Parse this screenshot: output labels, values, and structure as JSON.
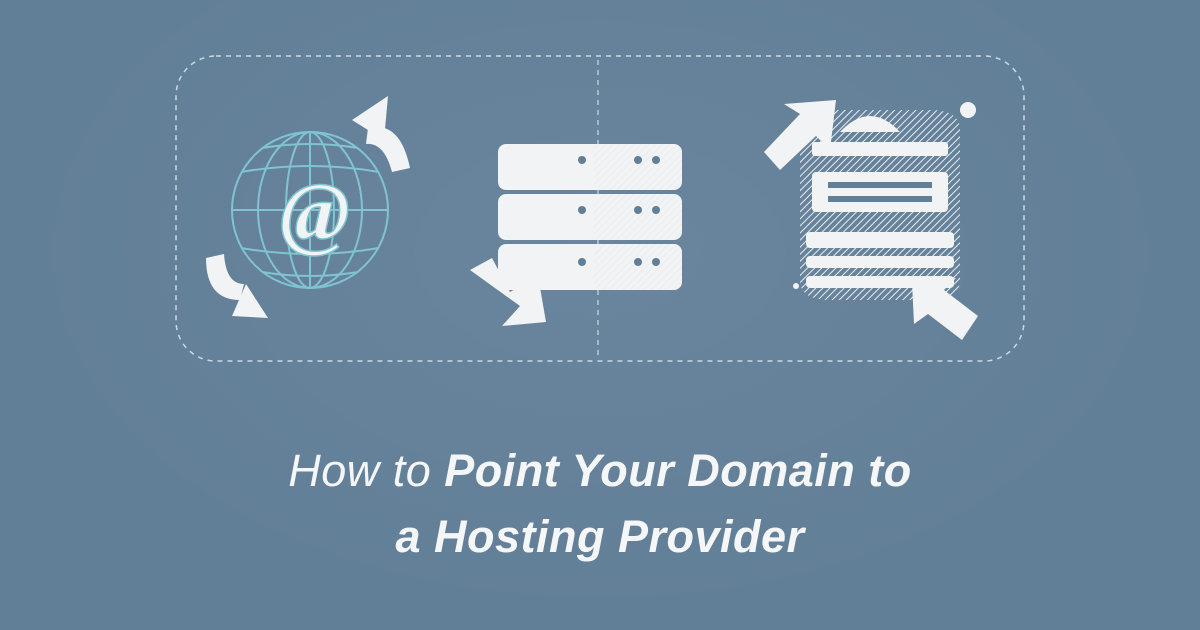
{
  "title": {
    "line1_light": "How to ",
    "line1_bold": "Point Your Domain to",
    "line2_bold": "a Hosting Provider"
  },
  "icons": [
    "globe-icon",
    "at-sign-icon",
    "sync-arrow-icon",
    "server-stack-icon",
    "hosting-server-icon"
  ],
  "illustration": {
    "at_symbol": "@"
  },
  "colors": {
    "background": "#627f98",
    "globe_line": "#7fc4d0",
    "foreground": "#f2f3f4",
    "dashed_frame": "#dfe6ec"
  }
}
